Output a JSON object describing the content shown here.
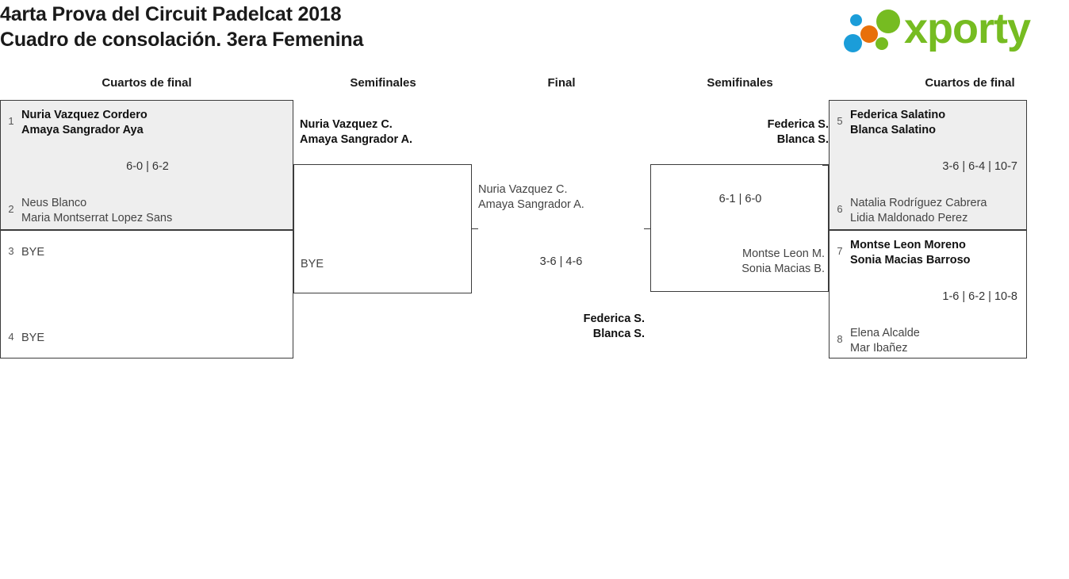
{
  "header": {
    "title_line1": "4arta Prova del Circuit Padelcat 2018",
    "title_line2": "Cuadro de consolación. 3era Femenina",
    "logo_text": "xporty",
    "logo_colors": {
      "green": "#76bc21",
      "blue": "#1b9dd9",
      "orange": "#e8700a"
    }
  },
  "columns": [
    {
      "label": "Cuartos de final"
    },
    {
      "label": "Semifinales"
    },
    {
      "label": "Final"
    },
    {
      "label": "Semifinales"
    },
    {
      "label": "Cuartos de final"
    }
  ],
  "bracket": {
    "left_quarterfinals": [
      {
        "top": {
          "seed": "1",
          "player1": "Nuria Vazquez Cordero",
          "player2": "Amaya Sangrador Aya",
          "winner": true
        },
        "bottom": {
          "seed": "2",
          "player1": "Neus Blanco",
          "player2": "Maria Montserrat Lopez Sans",
          "winner": false
        },
        "score": "6-0 | 6-2",
        "shaded": true
      },
      {
        "top": {
          "seed": "3",
          "player1": "BYE",
          "player2": "",
          "winner": false
        },
        "bottom": {
          "seed": "4",
          "player1": "BYE",
          "player2": "",
          "winner": false
        },
        "score": "",
        "shaded": false
      }
    ],
    "left_semifinal": {
      "top": {
        "player1": "Nuria Vazquez C.",
        "player2": "Amaya Sangrador A.",
        "winner": true
      },
      "bottom": {
        "player1": "BYE",
        "player2": "",
        "winner": false
      },
      "score": ""
    },
    "final": {
      "top": {
        "player1": "Nuria Vazquez C.",
        "player2": "Amaya Sangrador A.",
        "winner": false
      },
      "bottom": {
        "player1": "Federica S.",
        "player2": "Blanca S.",
        "winner": true
      },
      "score": "3-6 | 4-6"
    },
    "right_semifinal": {
      "top": {
        "player1": "Federica S.",
        "player2": "Blanca S.",
        "winner": true
      },
      "bottom": {
        "player1": "Montse Leon M.",
        "player2": "Sonia Macias B.",
        "winner": false
      },
      "score": "6-1 | 6-0"
    },
    "right_quarterfinals": [
      {
        "top": {
          "seed": "5",
          "player1": "Federica Salatino",
          "player2": "Blanca Salatino",
          "winner": true
        },
        "bottom": {
          "seed": "6",
          "player1": "Natalia Rodríguez Cabrera",
          "player2": "Lidia Maldonado Perez",
          "winner": false
        },
        "score": "3-6 | 6-4 | 10-7",
        "shaded": true
      },
      {
        "top": {
          "seed": "7",
          "player1": "Montse Leon Moreno",
          "player2": "Sonia Macias Barroso",
          "winner": true
        },
        "bottom": {
          "seed": "8",
          "player1": "Elena Alcalde",
          "player2": "Mar Ibañez",
          "winner": false
        },
        "score": "1-6 | 6-2 | 10-8",
        "shaded": false
      }
    ]
  }
}
